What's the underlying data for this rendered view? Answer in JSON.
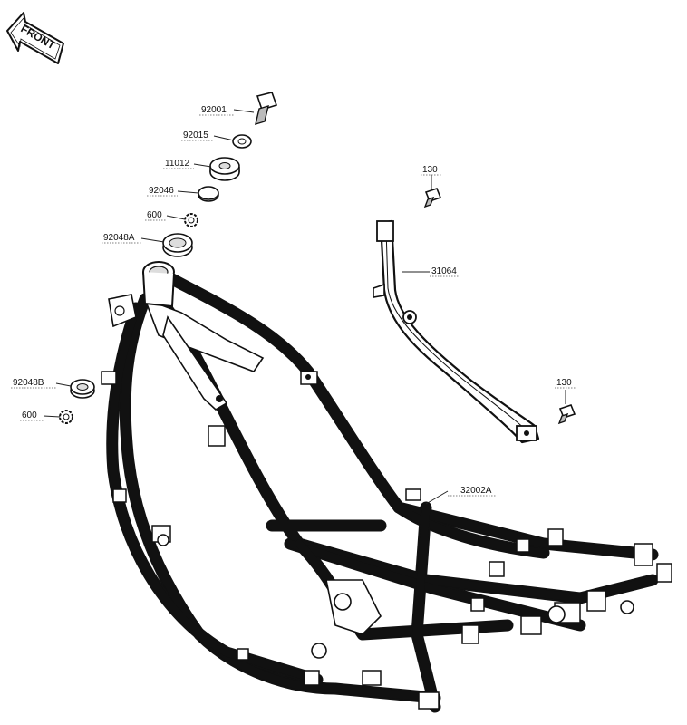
{
  "direction_arrow": {
    "text": "FRONT"
  },
  "callouts": [
    {
      "id": "c1",
      "number": "92001"
    },
    {
      "id": "c2",
      "number": "92015"
    },
    {
      "id": "c3",
      "number": "11012"
    },
    {
      "id": "c4",
      "number": "92046"
    },
    {
      "id": "c5",
      "number": "600"
    },
    {
      "id": "c6",
      "number": "92048A"
    },
    {
      "id": "c7",
      "number": "130"
    },
    {
      "id": "c8",
      "number": "31064"
    },
    {
      "id": "c9",
      "number": "92048B"
    },
    {
      "id": "c10",
      "number": "600"
    },
    {
      "id": "c11",
      "number": "130"
    },
    {
      "id": "c12",
      "number": "32002A"
    }
  ],
  "colors": {
    "line": "#111111",
    "background": "#ffffff"
  }
}
